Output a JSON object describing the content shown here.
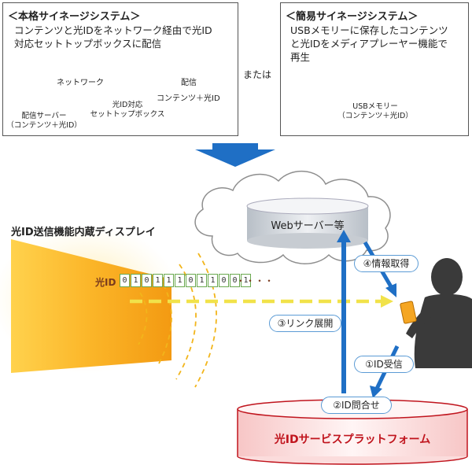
{
  "left_box": {
    "title": "＜本格サイネージシステム＞",
    "desc_line1": "コンテンツと光IDをネットワーク経由で光ID",
    "desc_line2": "対応セットトップボックスに配信",
    "network_label": "ネットワーク",
    "delivery_label": "配信",
    "content_label": "コンテンツ＋光ID",
    "server_label_line1": "配信サーバー",
    "server_label_line2": "（コンテンツ＋光ID）",
    "stb_label_line1": "光ID対応",
    "stb_label_line2": "セットトップボックス"
  },
  "or_label": "または",
  "right_box": {
    "title": "＜簡易サイネージシステム＞",
    "desc_line1": "USBメモリーに保存したコンテンツ",
    "desc_line2": "と光IDをメディアプレーヤー機能で",
    "desc_line3": "再生",
    "usb_label_line1": "USBメモリー",
    "usb_label_line2": "（コンテンツ＋光ID）"
  },
  "display_label": "光ID送信機能内蔵ディスプレイ",
  "light_id_label": "光ID",
  "bits": [
    "0",
    "1",
    "0",
    "1",
    "1",
    "1",
    "0",
    "1",
    "1",
    "0",
    "0",
    "1"
  ],
  "bits_ellipsis": "・・・・",
  "web_server_label": "Webサーバー等",
  "platform_label": "光IDサービスプラットフォーム",
  "steps": {
    "step1": "①ID受信",
    "step2": "②ID問合せ",
    "step3": "③リンク展開",
    "step4": "④情報取得"
  },
  "colors": {
    "arrow_blue": "#1f6fc5",
    "platform_red": "#c0141d",
    "dash_yellow": "#f1e24a",
    "bits_green": "#6aa84f",
    "pill_border": "#5b9bd5"
  }
}
